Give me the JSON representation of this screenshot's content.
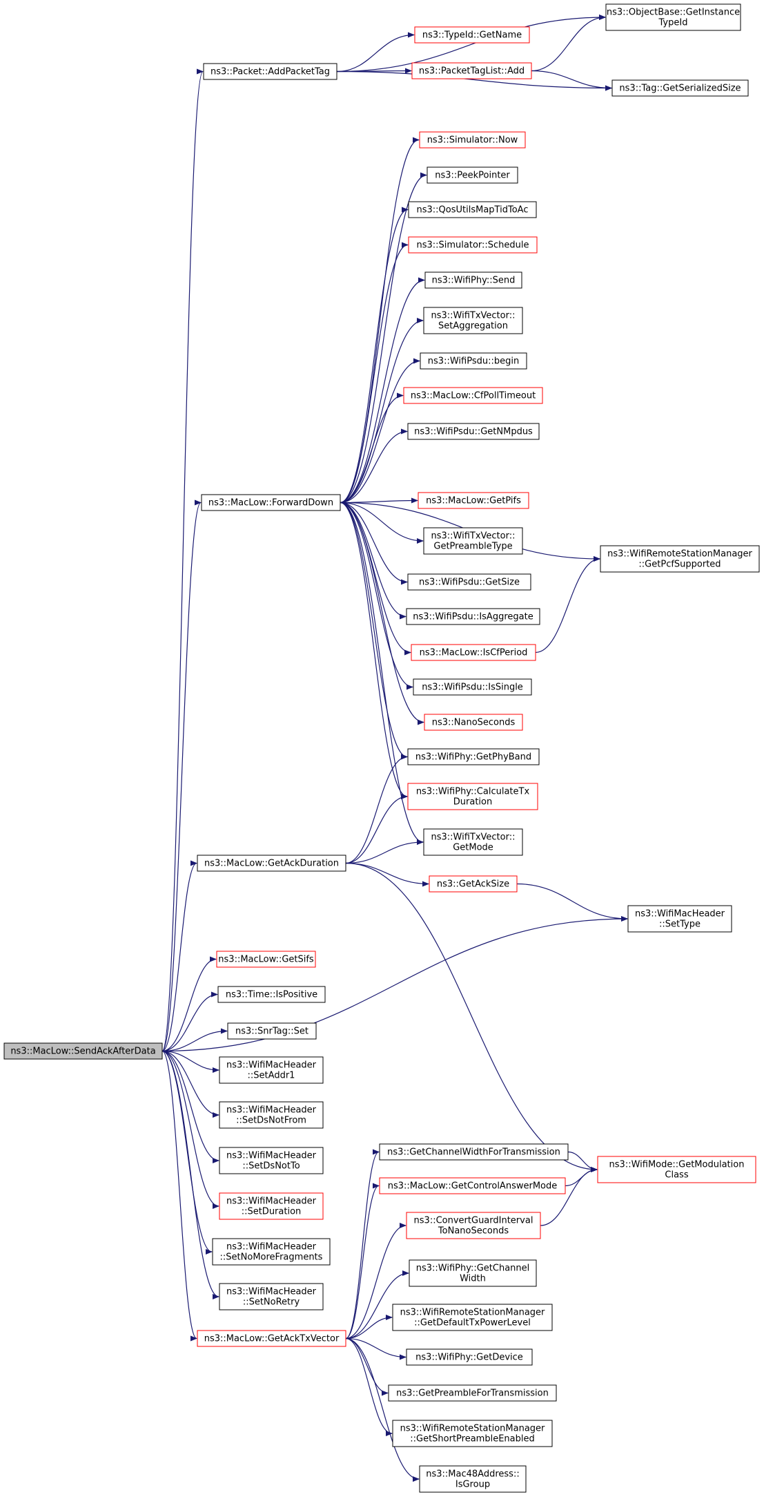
{
  "colors": {
    "edge": "#191970",
    "node_border_normal": "#000000",
    "node_border_linked": "#ff0000",
    "root_fill": "#bfbfbf",
    "node_fill": "#ffffff"
  },
  "nodes": [
    {
      "id": "root",
      "lines": [
        "ns3::MacLow::SendAckAfterData"
      ],
      "style": "root"
    },
    {
      "id": "addPacketTag",
      "lines": [
        "ns3::Packet::AddPacketTag"
      ],
      "style": "normal"
    },
    {
      "id": "getInstanceTypeId",
      "lines": [
        "ns3::ObjectBase::GetInstance",
        "TypeId"
      ],
      "style": "normal"
    },
    {
      "id": "typeIdGetName",
      "lines": [
        "ns3::TypeId::GetName"
      ],
      "style": "linked"
    },
    {
      "id": "packetTagListAdd",
      "lines": [
        "ns3::PacketTagList::Add"
      ],
      "style": "linked"
    },
    {
      "id": "tagGetSerializedSize",
      "lines": [
        "ns3::Tag::GetSerializedSize"
      ],
      "style": "normal"
    },
    {
      "id": "forwardDown",
      "lines": [
        "ns3::MacLow::ForwardDown"
      ],
      "style": "normal"
    },
    {
      "id": "simNow",
      "lines": [
        "ns3::Simulator::Now"
      ],
      "style": "linked"
    },
    {
      "id": "peekPointer",
      "lines": [
        "ns3::PeekPointer"
      ],
      "style": "normal"
    },
    {
      "id": "qosUtils",
      "lines": [
        "ns3::QosUtilsMapTidToAc"
      ],
      "style": "normal"
    },
    {
      "id": "simSchedule",
      "lines": [
        "ns3::Simulator::Schedule"
      ],
      "style": "linked"
    },
    {
      "id": "wifiPhySend",
      "lines": [
        "ns3::WifiPhy::Send"
      ],
      "style": "normal"
    },
    {
      "id": "setAggregation",
      "lines": [
        "ns3::WifiTxVector::",
        "SetAggregation"
      ],
      "style": "normal"
    },
    {
      "id": "psduBegin",
      "lines": [
        "ns3::WifiPsdu::begin"
      ],
      "style": "normal"
    },
    {
      "id": "cfPollTimeout",
      "lines": [
        "ns3::MacLow::CfPollTimeout"
      ],
      "style": "linked"
    },
    {
      "id": "getNMpdus",
      "lines": [
        "ns3::WifiPsdu::GetNMpdus"
      ],
      "style": "normal"
    },
    {
      "id": "getPifs",
      "lines": [
        "ns3::MacLow::GetPifs"
      ],
      "style": "linked"
    },
    {
      "id": "getPreambleType",
      "lines": [
        "ns3::WifiTxVector::",
        "GetPreambleType"
      ],
      "style": "normal"
    },
    {
      "id": "getPcfSupported",
      "lines": [
        "ns3::WifiRemoteStationManager",
        "::GetPcfSupported"
      ],
      "style": "normal"
    },
    {
      "id": "psduGetSize",
      "lines": [
        "ns3::WifiPsdu::GetSize"
      ],
      "style": "normal"
    },
    {
      "id": "isAggregate",
      "lines": [
        "ns3::WifiPsdu::IsAggregate"
      ],
      "style": "normal"
    },
    {
      "id": "isCfPeriod",
      "lines": [
        "ns3::MacLow::IsCfPeriod"
      ],
      "style": "linked"
    },
    {
      "id": "isSingle",
      "lines": [
        "ns3::WifiPsdu::IsSingle"
      ],
      "style": "normal"
    },
    {
      "id": "nanoSeconds",
      "lines": [
        "ns3::NanoSeconds"
      ],
      "style": "linked"
    },
    {
      "id": "getPhyBand",
      "lines": [
        "ns3::WifiPhy::GetPhyBand"
      ],
      "style": "normal"
    },
    {
      "id": "calcTxDuration",
      "lines": [
        "ns3::WifiPhy::CalculateTx",
        "Duration"
      ],
      "style": "linked"
    },
    {
      "id": "getAckDuration",
      "lines": [
        "ns3::MacLow::GetAckDuration"
      ],
      "style": "normal"
    },
    {
      "id": "getMode",
      "lines": [
        "ns3::WifiTxVector::",
        "GetMode"
      ],
      "style": "normal"
    },
    {
      "id": "getAckSize",
      "lines": [
        "ns3::GetAckSize"
      ],
      "style": "linked"
    },
    {
      "id": "setType",
      "lines": [
        "ns3::WifiMacHeader",
        "::SetType"
      ],
      "style": "normal"
    },
    {
      "id": "getSifs",
      "lines": [
        "ns3::MacLow::GetSifs"
      ],
      "style": "linked"
    },
    {
      "id": "isPositive",
      "lines": [
        "ns3::Time::IsPositive"
      ],
      "style": "normal"
    },
    {
      "id": "snrTagSet",
      "lines": [
        "ns3::SnrTag::Set"
      ],
      "style": "normal"
    },
    {
      "id": "setAddr1",
      "lines": [
        "ns3::WifiMacHeader",
        "::SetAddr1"
      ],
      "style": "normal"
    },
    {
      "id": "setDsNotFrom",
      "lines": [
        "ns3::WifiMacHeader",
        "::SetDsNotFrom"
      ],
      "style": "normal"
    },
    {
      "id": "setDsNotTo",
      "lines": [
        "ns3::WifiMacHeader",
        "::SetDsNotTo"
      ],
      "style": "normal"
    },
    {
      "id": "setDuration",
      "lines": [
        "ns3::WifiMacHeader",
        "::SetDuration"
      ],
      "style": "linked"
    },
    {
      "id": "setNoMoreFragments",
      "lines": [
        "ns3::WifiMacHeader",
        "::SetNoMoreFragments"
      ],
      "style": "normal"
    },
    {
      "id": "setNoRetry",
      "lines": [
        "ns3::WifiMacHeader",
        "::SetNoRetry"
      ],
      "style": "normal"
    },
    {
      "id": "getAckTxVector",
      "lines": [
        "ns3::MacLow::GetAckTxVector"
      ],
      "style": "linked"
    },
    {
      "id": "getChannelWidthForTx",
      "lines": [
        "ns3::GetChannelWidthForTransmission"
      ],
      "style": "normal"
    },
    {
      "id": "getModulationClass",
      "lines": [
        "ns3::WifiMode::GetModulation",
        "Class"
      ],
      "style": "linked"
    },
    {
      "id": "getControlAnswerMode",
      "lines": [
        "ns3::MacLow::GetControlAnswerMode"
      ],
      "style": "linked"
    },
    {
      "id": "convertGuardInterval",
      "lines": [
        "ns3::ConvertGuardInterval",
        "ToNanoSeconds"
      ],
      "style": "linked"
    },
    {
      "id": "phyGetChannelWidth",
      "lines": [
        "ns3::WifiPhy::GetChannel",
        "Width"
      ],
      "style": "normal"
    },
    {
      "id": "getDefaultTxPowerLevel",
      "lines": [
        "ns3::WifiRemoteStationManager",
        "::GetDefaultTxPowerLevel"
      ],
      "style": "normal"
    },
    {
      "id": "phyGetDevice",
      "lines": [
        "ns3::WifiPhy::GetDevice"
      ],
      "style": "normal"
    },
    {
      "id": "getPreambleForTx",
      "lines": [
        "ns3::GetPreambleForTransmission"
      ],
      "style": "normal"
    },
    {
      "id": "getShortPreamble",
      "lines": [
        "ns3::WifiRemoteStationManager",
        "::GetShortPreambleEnabled"
      ],
      "style": "normal"
    },
    {
      "id": "isGroup",
      "lines": [
        "ns3::Mac48Address::",
        "IsGroup"
      ],
      "style": "normal"
    }
  ],
  "edges": [
    [
      "root",
      "addPacketTag"
    ],
    [
      "root",
      "forwardDown"
    ],
    [
      "root",
      "getAckDuration"
    ],
    [
      "root",
      "setType"
    ],
    [
      "root",
      "getSifs"
    ],
    [
      "root",
      "isPositive"
    ],
    [
      "root",
      "snrTagSet"
    ],
    [
      "root",
      "setAddr1"
    ],
    [
      "root",
      "setDsNotFrom"
    ],
    [
      "root",
      "setDsNotTo"
    ],
    [
      "root",
      "setDuration"
    ],
    [
      "root",
      "setNoMoreFragments"
    ],
    [
      "root",
      "setNoRetry"
    ],
    [
      "root",
      "getAckTxVector"
    ],
    [
      "addPacketTag",
      "getInstanceTypeId"
    ],
    [
      "addPacketTag",
      "typeIdGetName"
    ],
    [
      "addPacketTag",
      "packetTagListAdd"
    ],
    [
      "addPacketTag",
      "tagGetSerializedSize"
    ],
    [
      "packetTagListAdd",
      "getInstanceTypeId"
    ],
    [
      "packetTagListAdd",
      "tagGetSerializedSize"
    ],
    [
      "forwardDown",
      "simNow"
    ],
    [
      "forwardDown",
      "peekPointer"
    ],
    [
      "forwardDown",
      "qosUtils"
    ],
    [
      "forwardDown",
      "simSchedule"
    ],
    [
      "forwardDown",
      "wifiPhySend"
    ],
    [
      "forwardDown",
      "setAggregation"
    ],
    [
      "forwardDown",
      "psduBegin"
    ],
    [
      "forwardDown",
      "cfPollTimeout"
    ],
    [
      "forwardDown",
      "getNMpdus"
    ],
    [
      "forwardDown",
      "getPcfSupported"
    ],
    [
      "forwardDown",
      "getPifs"
    ],
    [
      "forwardDown",
      "getPreambleType"
    ],
    [
      "forwardDown",
      "psduGetSize"
    ],
    [
      "forwardDown",
      "isAggregate"
    ],
    [
      "forwardDown",
      "isCfPeriod"
    ],
    [
      "forwardDown",
      "isSingle"
    ],
    [
      "forwardDown",
      "nanoSeconds"
    ],
    [
      "forwardDown",
      "getPhyBand"
    ],
    [
      "forwardDown",
      "calcTxDuration"
    ],
    [
      "forwardDown",
      "getMode"
    ],
    [
      "isCfPeriod",
      "getPcfSupported"
    ],
    [
      "getAckDuration",
      "getPhyBand"
    ],
    [
      "getAckDuration",
      "calcTxDuration"
    ],
    [
      "getAckDuration",
      "getMode"
    ],
    [
      "getAckDuration",
      "getAckSize"
    ],
    [
      "getAckDuration",
      "getModulationClass"
    ],
    [
      "getAckSize",
      "setType"
    ],
    [
      "getAckTxVector",
      "getChannelWidthForTx"
    ],
    [
      "getAckTxVector",
      "getControlAnswerMode"
    ],
    [
      "getAckTxVector",
      "convertGuardInterval"
    ],
    [
      "getAckTxVector",
      "phyGetChannelWidth"
    ],
    [
      "getAckTxVector",
      "getDefaultTxPowerLevel"
    ],
    [
      "getAckTxVector",
      "phyGetDevice"
    ],
    [
      "getAckTxVector",
      "getPreambleForTx"
    ],
    [
      "getAckTxVector",
      "getShortPreamble"
    ],
    [
      "getAckTxVector",
      "isGroup"
    ],
    [
      "getChannelWidthForTx",
      "getModulationClass"
    ],
    [
      "getControlAnswerMode",
      "getModulationClass"
    ],
    [
      "convertGuardInterval",
      "getModulationClass"
    ]
  ]
}
